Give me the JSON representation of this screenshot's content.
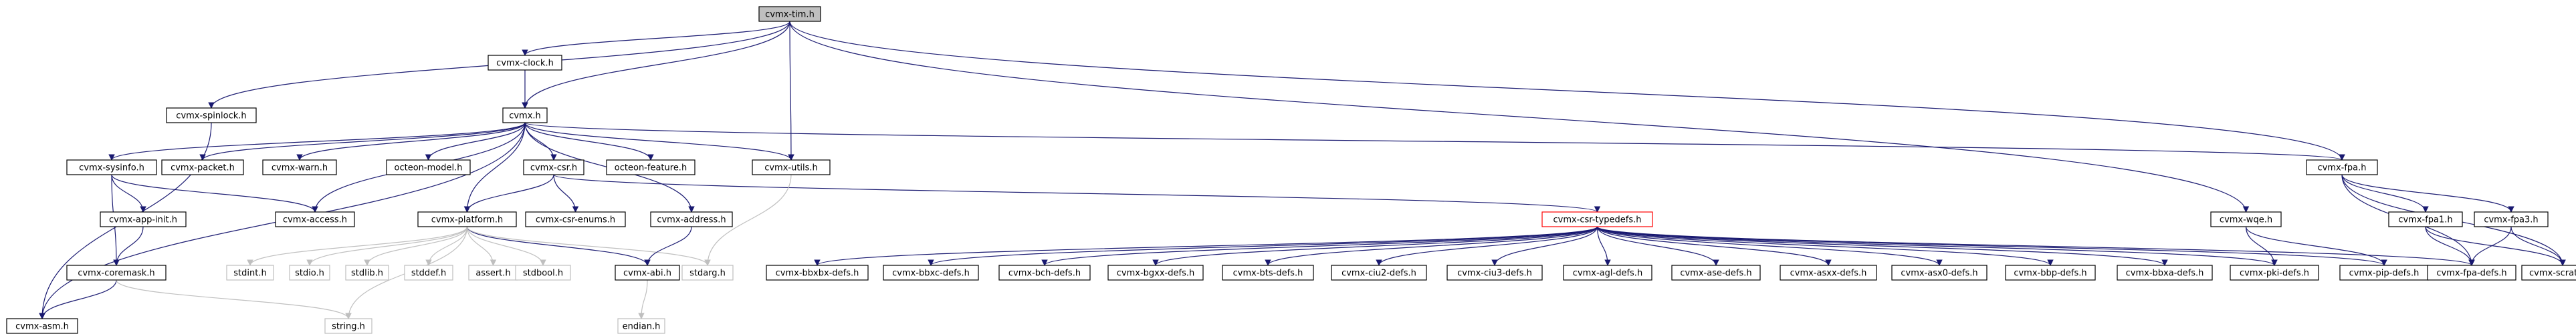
{
  "diagram": {
    "title": "",
    "nodes": [
      {
        "id": "root",
        "label": "cvmx-tim.h",
        "kind": "root"
      },
      {
        "id": "clock",
        "label": "cvmx-clock.h",
        "kind": "normal"
      },
      {
        "id": "spinlock",
        "label": "cvmx-spinlock.h",
        "kind": "normal"
      },
      {
        "id": "cvmx",
        "label": "cvmx.h",
        "kind": "normal"
      },
      {
        "id": "sysinfo",
        "label": "cvmx-sysinfo.h",
        "kind": "normal"
      },
      {
        "id": "packet",
        "label": "cvmx-packet.h",
        "kind": "normal"
      },
      {
        "id": "warn",
        "label": "cvmx-warn.h",
        "kind": "normal"
      },
      {
        "id": "octmodel",
        "label": "octeon-model.h",
        "kind": "normal"
      },
      {
        "id": "csr",
        "label": "cvmx-csr.h",
        "kind": "normal"
      },
      {
        "id": "octfeature",
        "label": "octeon-feature.h",
        "kind": "normal"
      },
      {
        "id": "utils",
        "label": "cvmx-utils.h",
        "kind": "normal"
      },
      {
        "id": "fpa",
        "label": "cvmx-fpa.h",
        "kind": "normal"
      },
      {
        "id": "appinit",
        "label": "cvmx-app-init.h",
        "kind": "normal"
      },
      {
        "id": "access",
        "label": "cvmx-access.h",
        "kind": "normal"
      },
      {
        "id": "platform",
        "label": "cvmx-platform.h",
        "kind": "normal"
      },
      {
        "id": "csrenums",
        "label": "cvmx-csr-enums.h",
        "kind": "normal"
      },
      {
        "id": "address",
        "label": "cvmx-address.h",
        "kind": "normal"
      },
      {
        "id": "typedefs",
        "label": "cvmx-csr-typedefs.h",
        "kind": "incomplete"
      },
      {
        "id": "wqe",
        "label": "cvmx-wqe.h",
        "kind": "normal"
      },
      {
        "id": "fpa1",
        "label": "cvmx-fpa1.h",
        "kind": "normal"
      },
      {
        "id": "fpa3",
        "label": "cvmx-fpa3.h",
        "kind": "normal"
      },
      {
        "id": "coremask",
        "label": "cvmx-coremask.h",
        "kind": "normal"
      },
      {
        "id": "stdint",
        "label": "stdint.h",
        "kind": "sys"
      },
      {
        "id": "stdio",
        "label": "stdio.h",
        "kind": "sys"
      },
      {
        "id": "stdlib",
        "label": "stdlib.h",
        "kind": "sys"
      },
      {
        "id": "stddef",
        "label": "stddef.h",
        "kind": "sys"
      },
      {
        "id": "assert",
        "label": "assert.h",
        "kind": "sys"
      },
      {
        "id": "stdbool",
        "label": "stdbool.h",
        "kind": "sys"
      },
      {
        "id": "abi",
        "label": "cvmx-abi.h",
        "kind": "normal"
      },
      {
        "id": "stdarg",
        "label": "stdarg.h",
        "kind": "sys"
      },
      {
        "id": "bbxbx",
        "label": "cvmx-bbxbx-defs.h",
        "kind": "normal"
      },
      {
        "id": "bbxc",
        "label": "cvmx-bbxc-defs.h",
        "kind": "normal"
      },
      {
        "id": "bch",
        "label": "cvmx-bch-defs.h",
        "kind": "normal"
      },
      {
        "id": "bgxx",
        "label": "cvmx-bgxx-defs.h",
        "kind": "normal"
      },
      {
        "id": "bts",
        "label": "cvmx-bts-defs.h",
        "kind": "normal"
      },
      {
        "id": "ciu2",
        "label": "cvmx-ciu2-defs.h",
        "kind": "normal"
      },
      {
        "id": "ciu3",
        "label": "cvmx-ciu3-defs.h",
        "kind": "normal"
      },
      {
        "id": "agl",
        "label": "cvmx-agl-defs.h",
        "kind": "normal"
      },
      {
        "id": "ase",
        "label": "cvmx-ase-defs.h",
        "kind": "normal"
      },
      {
        "id": "asxx",
        "label": "cvmx-asxx-defs.h",
        "kind": "normal"
      },
      {
        "id": "asx0",
        "label": "cvmx-asx0-defs.h",
        "kind": "normal"
      },
      {
        "id": "bbp",
        "label": "cvmx-bbp-defs.h",
        "kind": "normal"
      },
      {
        "id": "bbxa",
        "label": "cvmx-bbxa-defs.h",
        "kind": "normal"
      },
      {
        "id": "pki",
        "label": "cvmx-pki-defs.h",
        "kind": "normal"
      },
      {
        "id": "pip",
        "label": "cvmx-pip-defs.h",
        "kind": "normal"
      },
      {
        "id": "fpadefs",
        "label": "cvmx-fpa-defs.h",
        "kind": "normal"
      },
      {
        "id": "scratch",
        "label": "cvmx-scratch.h",
        "kind": "normal"
      },
      {
        "id": "asm",
        "label": "cvmx-asm.h",
        "kind": "normal"
      },
      {
        "id": "string",
        "label": "string.h",
        "kind": "sys"
      },
      {
        "id": "endian",
        "label": "endian.h",
        "kind": "sys"
      }
    ],
    "edges": [
      [
        "root",
        "clock"
      ],
      [
        "root",
        "spinlock"
      ],
      [
        "root",
        "cvmx"
      ],
      [
        "root",
        "utils"
      ],
      [
        "root",
        "fpa"
      ],
      [
        "root",
        "wqe"
      ],
      [
        "clock",
        "cvmx"
      ],
      [
        "spinlock",
        "asm"
      ],
      [
        "cvmx",
        "sysinfo"
      ],
      [
        "cvmx",
        "packet"
      ],
      [
        "cvmx",
        "warn"
      ],
      [
        "cvmx",
        "octmodel"
      ],
      [
        "cvmx",
        "csr"
      ],
      [
        "cvmx",
        "octfeature"
      ],
      [
        "cvmx",
        "utils"
      ],
      [
        "cvmx",
        "fpa"
      ],
      [
        "cvmx",
        "access"
      ],
      [
        "cvmx",
        "platform"
      ],
      [
        "cvmx",
        "address"
      ],
      [
        "cvmx",
        "asm"
      ],
      [
        "sysinfo",
        "appinit"
      ],
      [
        "sysinfo",
        "coremask"
      ],
      [
        "sysinfo",
        "access"
      ],
      [
        "appinit",
        "coremask"
      ],
      [
        "coremask",
        "asm"
      ],
      [
        "coremask",
        "string"
      ],
      [
        "csr",
        "platform"
      ],
      [
        "csr",
        "csrenums"
      ],
      [
        "csr",
        "typedefs"
      ],
      [
        "platform",
        "stdint"
      ],
      [
        "platform",
        "stdio"
      ],
      [
        "platform",
        "stdlib"
      ],
      [
        "platform",
        "stddef"
      ],
      [
        "platform",
        "assert"
      ],
      [
        "platform",
        "stdbool"
      ],
      [
        "platform",
        "abi"
      ],
      [
        "platform",
        "stdarg"
      ],
      [
        "platform",
        "string"
      ],
      [
        "address",
        "abi"
      ],
      [
        "abi",
        "endian"
      ],
      [
        "utils",
        "stdarg"
      ],
      [
        "typedefs",
        "bbxbx"
      ],
      [
        "typedefs",
        "bbxc"
      ],
      [
        "typedefs",
        "bch"
      ],
      [
        "typedefs",
        "bgxx"
      ],
      [
        "typedefs",
        "bts"
      ],
      [
        "typedefs",
        "ciu2"
      ],
      [
        "typedefs",
        "ciu3"
      ],
      [
        "typedefs",
        "agl"
      ],
      [
        "typedefs",
        "ase"
      ],
      [
        "typedefs",
        "asxx"
      ],
      [
        "typedefs",
        "asx0"
      ],
      [
        "typedefs",
        "bbp"
      ],
      [
        "typedefs",
        "bbxa"
      ],
      [
        "typedefs",
        "pki"
      ],
      [
        "typedefs",
        "pip"
      ],
      [
        "typedefs",
        "fpadefs"
      ],
      [
        "wqe",
        "pki"
      ],
      [
        "wqe",
        "pip"
      ],
      [
        "fpa",
        "fpa1"
      ],
      [
        "fpa",
        "fpa3"
      ],
      [
        "fpa",
        "fpadefs"
      ],
      [
        "fpa",
        "scratch"
      ],
      [
        "fpa1",
        "fpadefs"
      ],
      [
        "fpa1",
        "scratch"
      ],
      [
        "fpa3",
        "fpadefs"
      ],
      [
        "fpa3",
        "scratch"
      ]
    ]
  }
}
